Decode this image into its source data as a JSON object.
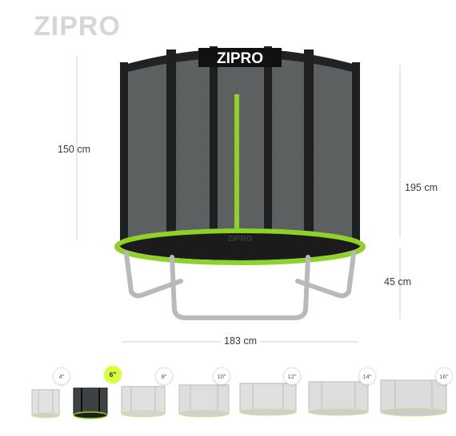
{
  "brand": {
    "logo_text": "ZIPRO",
    "net_logo_text": "ZIPRO"
  },
  "dimensions": {
    "net_height": "150 cm",
    "total_height": "195 cm",
    "frame_height": "45 cm",
    "diameter": "183 cm"
  },
  "sizes": [
    {
      "label": "4\"",
      "active": false
    },
    {
      "label": "6\"",
      "active": true
    },
    {
      "label": "8\"",
      "active": false
    },
    {
      "label": "10\"",
      "active": false
    },
    {
      "label": "12\"",
      "active": false
    },
    {
      "label": "14\"",
      "active": false
    },
    {
      "label": "16\"",
      "active": false
    }
  ],
  "colors": {
    "accent": "#8fd12a",
    "net": "#3a3d3f",
    "frame": "#bdbdbd",
    "active_badge": "#d8ff3a"
  }
}
